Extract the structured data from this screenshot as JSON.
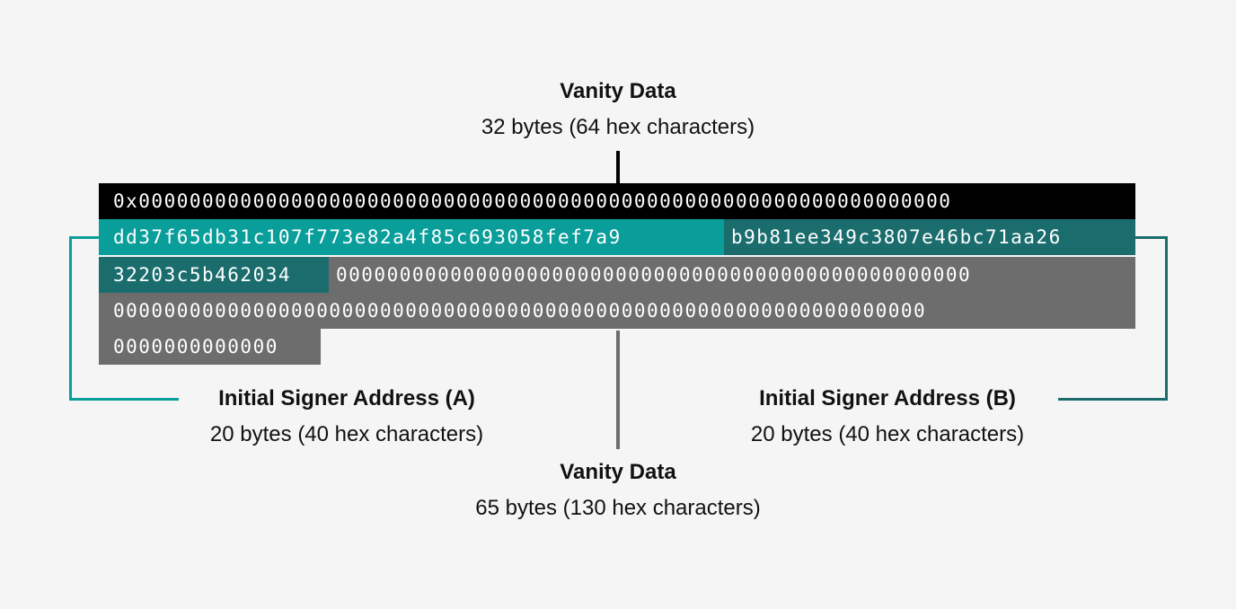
{
  "top_label": {
    "title": "Vanity Data",
    "subtitle": "32 bytes (64 hex characters)"
  },
  "hex_rows": {
    "prefix_row": "0x0000000000000000000000000000000000000000000000000000000000000000",
    "signer_a": "dd37f65db31c107f773e82a4f85c693058fef7a9",
    "signer_b_part1": "b9b81ee349c3807e46bc71aa26",
    "signer_b_part2": "32203c5b462034",
    "trailing_row3": "00000000000000000000000000000000000000000000000000",
    "trailing_row4": "0000000000000000000000000000000000000000000000000000000000000000",
    "trailing_row5": "0000000000000"
  },
  "signer_a_label": {
    "title": "Initial Signer Address (A)",
    "subtitle": "20 bytes (40 hex characters)"
  },
  "signer_b_label": {
    "title": "Initial Signer Address (B)",
    "subtitle": "20 bytes (40 hex characters)"
  },
  "bottom_label": {
    "title": "Vanity Data",
    "subtitle": "65 bytes (130 hex characters)"
  },
  "colors": {
    "prefix_bg": "#000000",
    "signer_a_bg": "#0a9e9b",
    "signer_b_bg": "#1b6d6d",
    "trailing_bg": "#6d6d6d",
    "connector_a": "#0a9e9b",
    "connector_b": "#1b6d6d"
  }
}
